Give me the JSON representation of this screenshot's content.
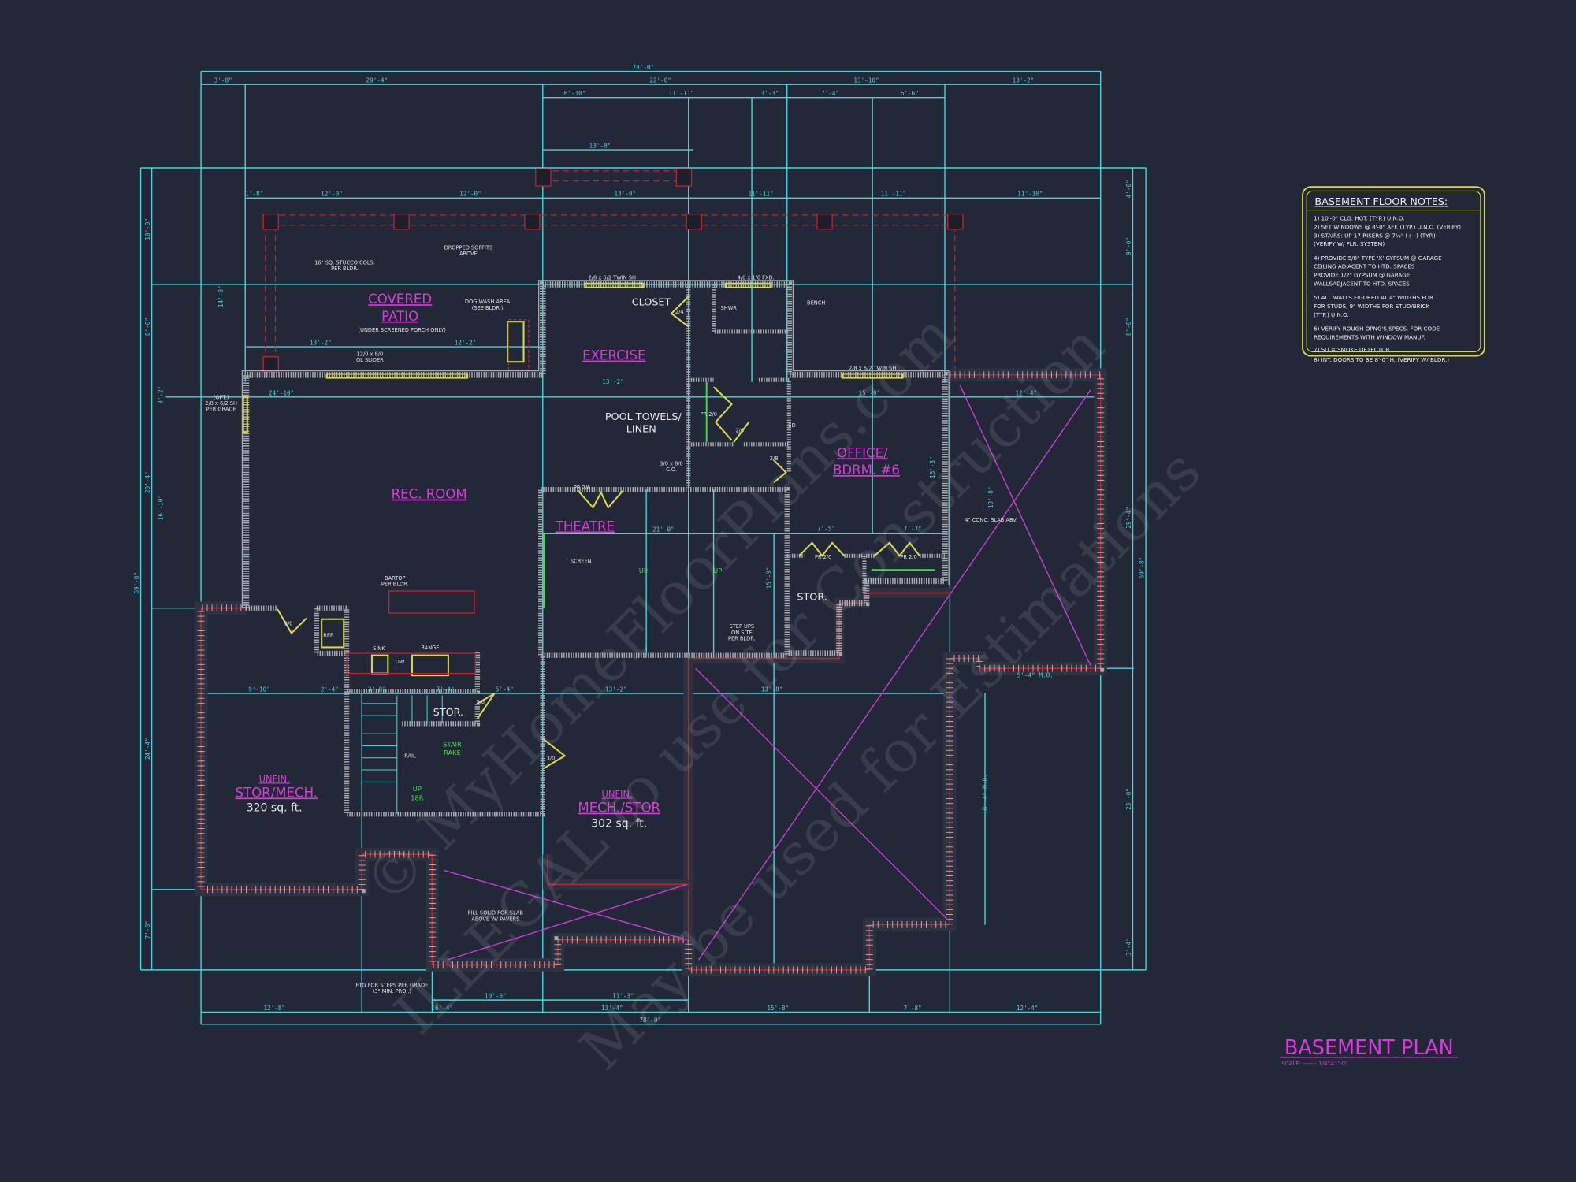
{
  "plan": {
    "title": "BASEMENT PLAN",
    "scale": "SCALE: ------- 1/4\"=1'-0\""
  },
  "colors": {
    "background": "#232838",
    "dimension": "#46d4da",
    "room_label": "#d93ad9",
    "wall": "#a8a8b0",
    "foundation": "#c8202a",
    "door": "#d8d84a",
    "note_box": "#d8d84a"
  },
  "notes": {
    "title": "BASEMENT FLOOR NOTES:",
    "lines": [
      "1) 10'-0\"  CLG. HGT. (TYP.) U.N.O.",
      "2) SET WINDOWS @ 8'-0\" AFF. (TYP.) U.N.O. (VERIFY)",
      "3) STAIRS: UP 17 RISERS @ 7¼\" (+ -) (TYP.)",
      "   (VERIFY W/ FLR. SYSTEM)",
      "4) PROVIDE 5/8\" TYPE 'X' GYPSUM @ GARAGE",
      "   CEILING ADJACENT TO HTD. SPACES",
      "   PROVIDE 1/2\" GYPSUM @ GARAGE",
      "   WALLSADJACENT TO HTD. SPACES",
      "5) ALL WALLS FIGURED AT 4\" WIDTHS FOR",
      "   FOR STUDS, 9\" WIDTHS FOR STUD/BRICK",
      "   (TYP.) U.N.O.",
      "6) VERIFY ROUGH OPNG'S,SPECS. FOR CODE",
      "   REQUIREMENTS WITH WINDOW MANUF.",
      "7) SD = SMOKE DETECTOR",
      "8) INT. DOORS TO BE 8'-0\" H. (VERIFY W/ BLDR.)"
    ]
  },
  "rooms": {
    "covered_patio": [
      "COVERED",
      "PATIO"
    ],
    "covered_patio_note": "(UNDER SCREENED PORCH ONLY)",
    "rec_room": "REC. ROOM",
    "exercise": "EXERCISE",
    "theatre": "THEATRE",
    "office": [
      "OFFICE/",
      "BDRM. #6"
    ],
    "unfin_stor_mech": [
      "UNFIN.",
      "STOR/MECH.",
      "320 sq. ft."
    ],
    "unfin_mech_stor": [
      "UNFIN.",
      "MECH./STOR",
      "302 sq. ft."
    ],
    "closet": "CLOSET",
    "pool_towels": [
      "POOL TOWELS/",
      "LINEN"
    ],
    "stor_1": "STOR.",
    "stor_2": "STOR."
  },
  "annotations": {
    "stucco_cols": [
      "16\" SQ. STUCCO COLS.",
      "PER BLDR."
    ],
    "dropped_soffits": [
      "DROPPED SOFFITS",
      "ABOVE"
    ],
    "dog_wash": [
      "DOG WASH AREA",
      "(SEE BLDR.)"
    ],
    "slider": [
      "12/0 x 8/0",
      "GL SLIDER"
    ],
    "opt_window": [
      "(OPT.)",
      "2/8 x 6/2 SH",
      "PER GRADE"
    ],
    "twin_sh_1": "2/8 x 6/2 TWIN SH",
    "twin_sh_2": "2/8 x 6/2 TWIN SH",
    "fxd": "4/0 x 1/0 FXD.",
    "shwr": "SHWR",
    "bench": "BENCH",
    "co": [
      "3/0 x 8/0",
      "C.O."
    ],
    "bartop": [
      "BARTOP",
      "PER BLDR."
    ],
    "screen": "SCREEN",
    "step_ups": [
      "STEP UPS",
      "ON SITE",
      "PER BLDR."
    ],
    "up1": "UP",
    "up2": "UP",
    "slab": "4\" CONC. SLAB ABV.",
    "fill_solid": [
      "FILL SOLID FOR SLAB",
      "ABOVE W/ PAVERS"
    ],
    "ftg": [
      "FTG FOR STEPS PER GRADE",
      "(3\" MIN. PROJ.)"
    ],
    "stair_rake": [
      "STAIR",
      "RAKE"
    ],
    "up_18r": [
      "UP",
      "18R"
    ],
    "rail": "RAIL",
    "sink": "SINK",
    "dw": "DW",
    "range": "RANGE",
    "ref": "REF.",
    "sd": "SD",
    "doors": [
      "2/4",
      "PR 2/0",
      "2/6",
      "2/8",
      "PR 2/6",
      "PR 2/0",
      "PR 2/0",
      "3/0",
      "2/6",
      "3/0"
    ]
  },
  "dimensions": [
    "78'-0\"",
    "3'-8\"",
    "29'-4\"",
    "22'-0\"",
    "13'-10\"",
    "13'-2\"",
    "6'-10\"",
    "11'-11\"",
    "3'-3\"",
    "7'-4\"",
    "6'-6\"",
    "13'-8\"",
    "1'-8\"",
    "12'-0\"",
    "12'-0\"",
    "13'-0\"",
    "11'-11\"",
    "11'-11\"",
    "11'-10\"",
    "12'-8\"",
    "16'-4\"",
    "13'-4\"",
    "15'-8\"",
    "7'-8\"",
    "12'-4\"",
    "78'-0\"",
    "10'-0\"",
    "11'-3\"",
    "69'-8\"",
    "10'-0\"",
    "14'-0\"",
    "8'-0\"",
    "3'-2\"",
    "20'-4\"",
    "16'-10\"",
    "24'-4\"",
    "7'-0\"",
    "69'-8\"",
    "4'-0\"",
    "9'-0\"",
    "8'-0\"",
    "29'-4\"",
    "23'-0\"",
    "3'-4\"",
    "13'-2\"",
    "12'-2\"",
    "24'-10\"",
    "13'-2\"",
    "15'-0\"",
    "12'-4\"",
    "21'-0\"",
    "9'-10\"",
    "2'-4\"",
    "3'-8\"",
    "7'-4\"",
    "5'-4\"",
    "13'-2\"",
    "13'-8\"",
    "7'-5\"",
    "7'-7\"",
    "5'-4\" M.O.",
    "18'-4\" M.O.",
    "15'-3\"",
    "19'-0\"",
    "15'-3\""
  ],
  "watermark": [
    "© MyHomeFloorPlans.com",
    "ILLEGAL to use for Construction",
    "May be used for Estimations"
  ]
}
